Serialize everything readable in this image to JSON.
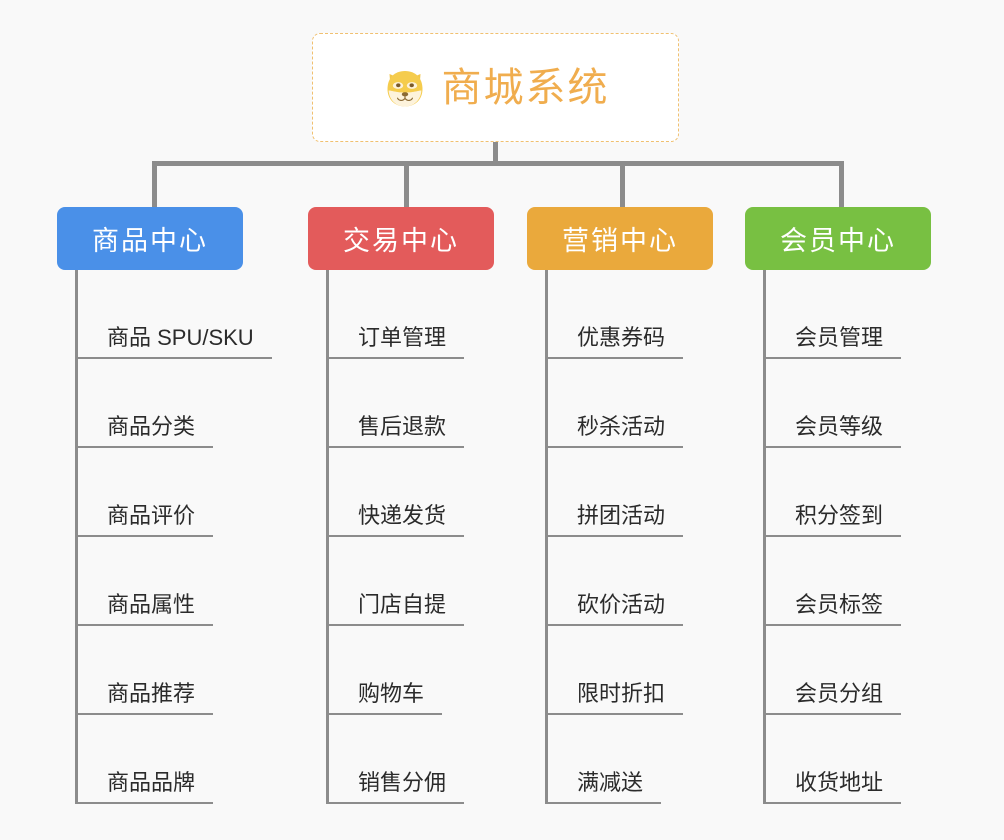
{
  "page": {
    "background_color": "#f9f9f9",
    "title": "商城系统"
  },
  "root": {
    "label": "商城系统",
    "icon": "shiba-dog-face-icon",
    "text_color": "#f0ad4e",
    "border_color": "#f0c070",
    "background_color": "#ffffff"
  },
  "branches": [
    {
      "label": "商品中心",
      "color": "#4a90e8",
      "items": [
        "商品 SPU/SKU",
        "商品分类",
        "商品评价",
        "商品属性",
        "商品推荐",
        "商品品牌"
      ]
    },
    {
      "label": "交易中心",
      "color": "#e35b5b",
      "items": [
        "订单管理",
        "售后退款",
        "快递发货",
        "门店自提",
        "购物车",
        "销售分佣"
      ]
    },
    {
      "label": "营销中心",
      "color": "#eaa93c",
      "items": [
        "优惠券码",
        "秒杀活动",
        "拼团活动",
        "砍价活动",
        "限时折扣",
        "满减送"
      ]
    },
    {
      "label": "会员中心",
      "color": "#78c042",
      "items": [
        "会员管理",
        "会员等级",
        "积分签到",
        "会员标签",
        "会员分组",
        "收货地址"
      ]
    }
  ],
  "connector_color": "#8c8c8c"
}
